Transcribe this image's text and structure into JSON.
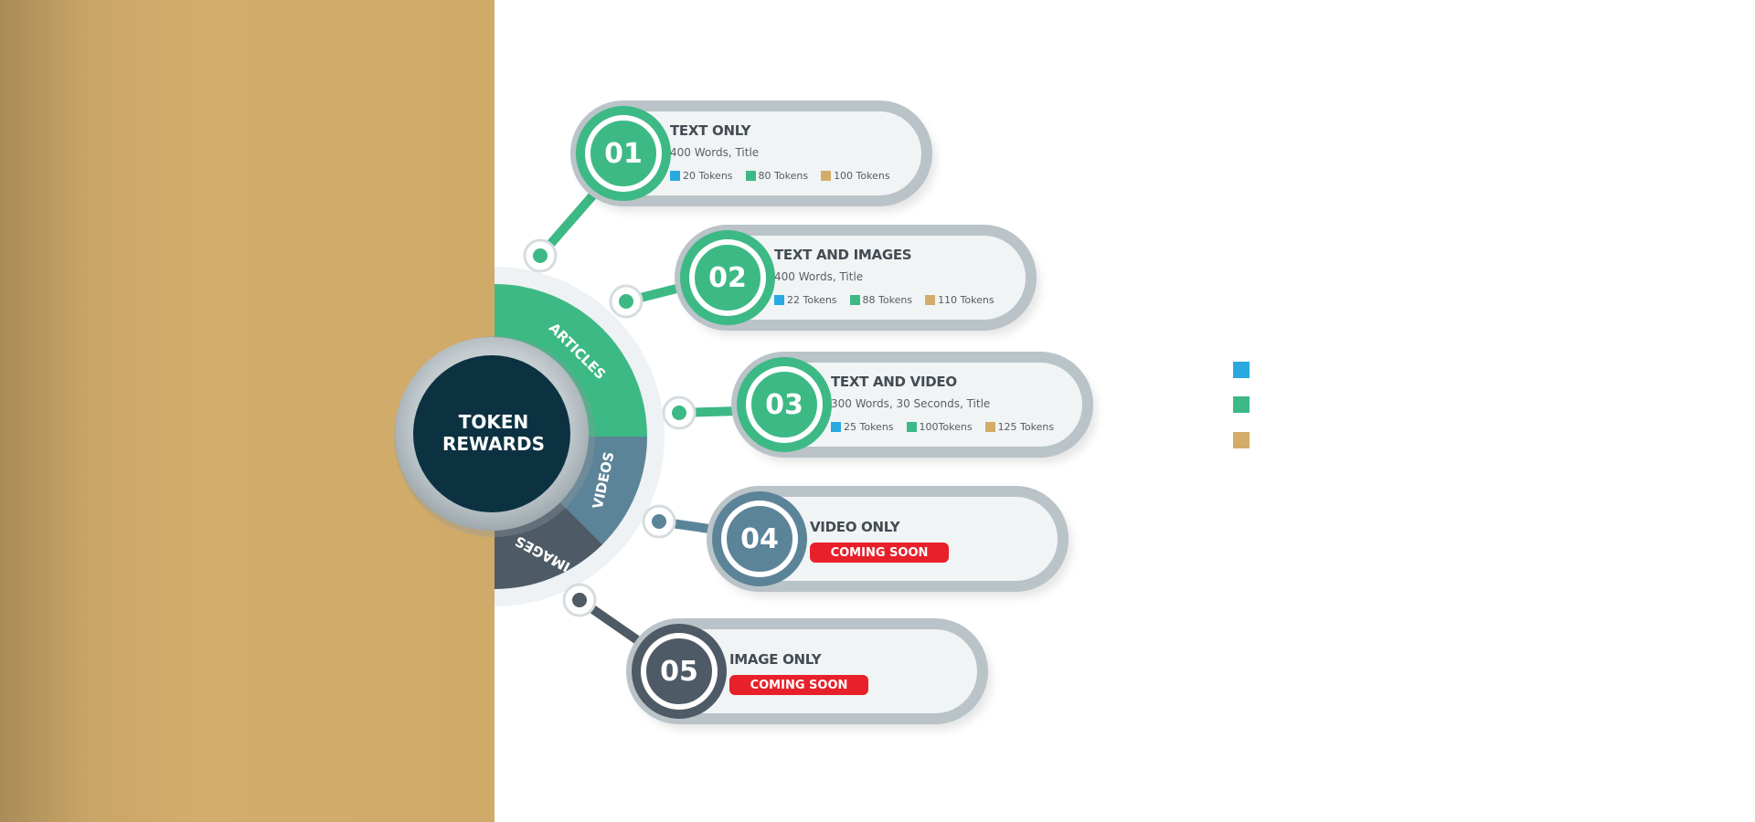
{
  "hub": {
    "line1": "TOKEN",
    "line2": "REWARDS"
  },
  "segments": {
    "articles": "ARTICLES",
    "videos": "VIDEOS",
    "images": "IMAGES"
  },
  "colors": {
    "blue": "#29a9e0",
    "green": "#3db985",
    "gold": "#d3ac6a",
    "slate": "#5c8498",
    "dark": "#4e5b66",
    "hub": "#0c3242",
    "soon": "#e8202a"
  },
  "items": [
    {
      "number": "01",
      "title": "TEXT ONLY",
      "subtitle": "400 Words, Title",
      "tokens": [
        "20 Tokens",
        "80 Tokens",
        "100 Tokens"
      ]
    },
    {
      "number": "02",
      "title": "TEXT AND IMAGES",
      "subtitle": "400 Words, Title",
      "tokens": [
        "22 Tokens",
        "88 Tokens",
        "110 Tokens"
      ]
    },
    {
      "number": "03",
      "title": "TEXT AND VIDEO",
      "subtitle": "300 Words, 30 Seconds, Title",
      "tokens": [
        "25 Tokens",
        "100Tokens",
        "125 Tokens"
      ]
    },
    {
      "number": "04",
      "title": "VIDEO ONLY",
      "status": "COMING SOON"
    },
    {
      "number": "05",
      "title": "IMAGE ONLY",
      "status": "COMING SOON"
    }
  ]
}
